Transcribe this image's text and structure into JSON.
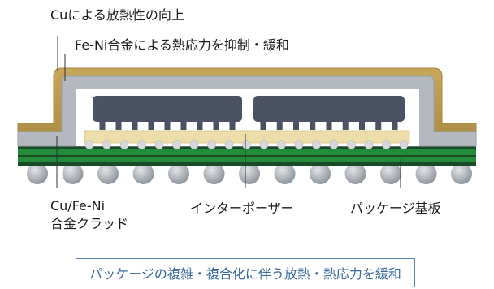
{
  "labels": {
    "cu_heat": "Cuによる放熱性の向上",
    "feni_stress": "Fe-Ni合金による熱応力を抑制・緩和",
    "cu_feni_line1": "Cu/Fe-Ni",
    "cu_feni_line2": "合金クラッド",
    "interposer": "インターポーザー",
    "package_substrate": "パッケージ基板"
  },
  "caption": "パッケージの複雑・複合化に伴う放熱・熱応力を緩和",
  "colors": {
    "copper": "#b8954a",
    "copper_edge": "#a88540",
    "feni": "#b3b9bf",
    "feni_edge": "#9aa1a8",
    "chip": "#4a5263",
    "interposer": "#eedcaa",
    "bump": "#d6d8db",
    "substrate_green": "#228c3a",
    "substrate_dark": "#1b4a26",
    "ball": "#9aa0a6",
    "caption_blue": "#3a6a9c"
  }
}
